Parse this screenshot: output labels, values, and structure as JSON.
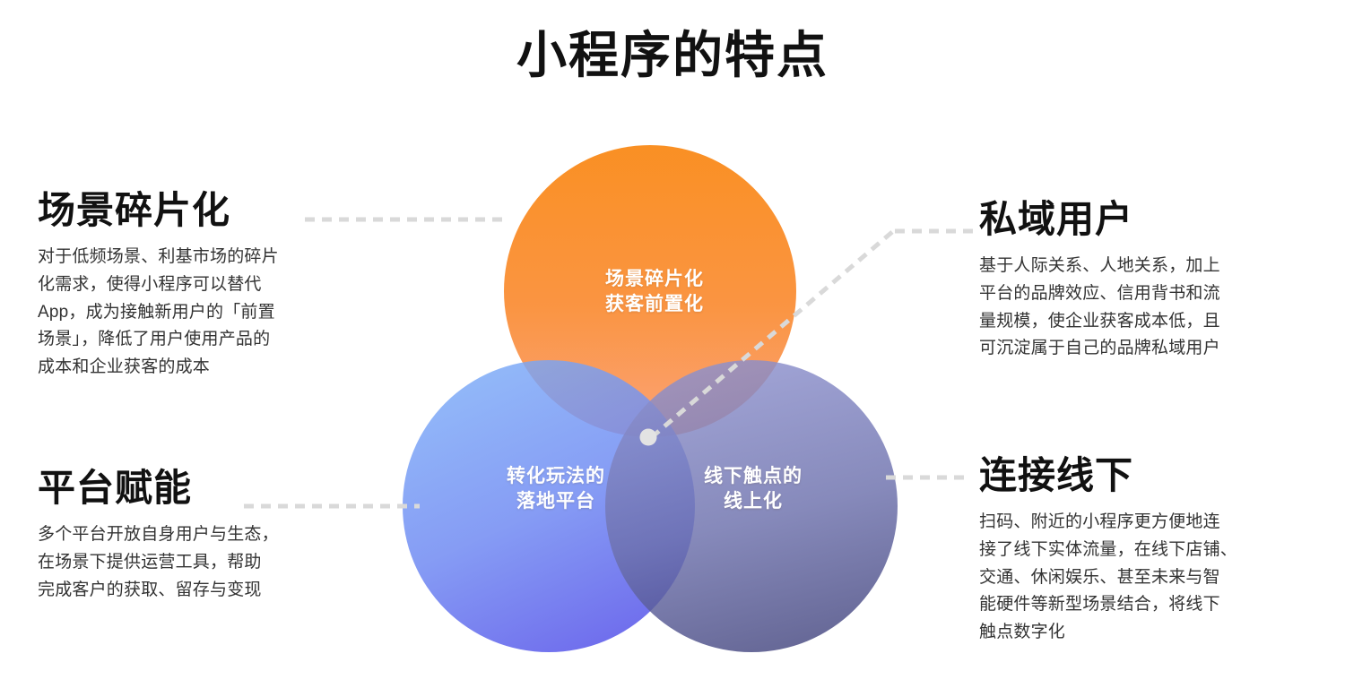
{
  "title": "小程序的特点",
  "colors": {
    "orange_top": "#F98A18",
    "orange_bottom": "#FB9A6A",
    "blue_top": "#76A9F7",
    "blue_bottom": "#5150E9",
    "purple_top": "#8A8ECC",
    "purple_bottom": "#454780",
    "connector": "#D9D9D9",
    "center_dot": "#E2E2E2",
    "heading": "#111111",
    "body": "#333333"
  },
  "venn": {
    "circles": [
      {
        "id": "top",
        "name": "scene-fragmentation-circle",
        "label": "场景碎片化\n获客前置化"
      },
      {
        "id": "left",
        "name": "conversion-platform-circle",
        "label": "转化玩法的\n落地平台"
      },
      {
        "id": "right",
        "name": "offline-touchpoint-circle",
        "label": "线下触点的\n线上化"
      }
    ],
    "center_dot_label": "center-node"
  },
  "blocks": {
    "top_left": {
      "heading": "场景碎片化",
      "body": "对于低频场景、利基市场的碎片\n化需求，使得小程序可以替代\nApp，成为接触新用户的「前置\n场景」，降低了用户使用产品的\n成本和企业获客的成本"
    },
    "bottom_left": {
      "heading": "平台赋能",
      "body": "多个平台开放自身用户与生态，\n在场景下提供运营工具，帮助\n完成客户的获取、留存与变现"
    },
    "top_right": {
      "heading": "私域用户",
      "body": "基于人际关系、人地关系，加上\n平台的品牌效应、信用背书和流\n量规模，使企业获客成本低，且\n可沉淀属于自己的品牌私域用户"
    },
    "bottom_right": {
      "heading": "连接线下",
      "body": "扫码、附近的小程序更方便地连\n接了线下实体流量，在线下店铺、\n交通、休闲娱乐、甚至未来与智\n能硬件等新型场景结合，将线下\n触点数字化"
    }
  }
}
